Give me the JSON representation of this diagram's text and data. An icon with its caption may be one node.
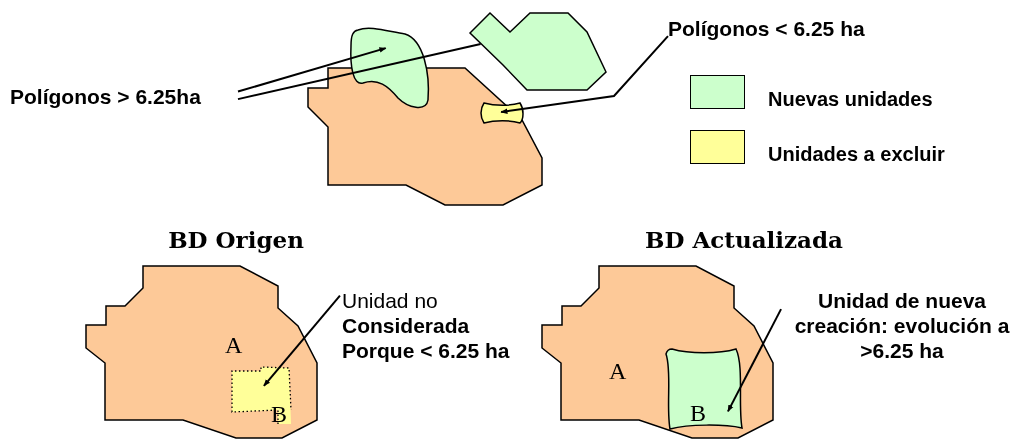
{
  "diagram": {
    "nodes": [
      {
        "text": [
          "Polígonos > 6.25ha"
        ]
      },
      {
        "text": [],
        "shape": "blob"
      },
      {
        "text": [],
        "shape": "polygon"
      },
      {
        "text": [
          "Polígonos < 6.25 ha"
        ]
      },
      {
        "text": [],
        "shape": "blob"
      },
      {
        "text": [
          "A"
        ]
      },
      {
        "text": [
          "B"
        ],
        "in": 5
      },
      {
        "text": [
          "Unidad no **Considerada Porque < 6.25 ha**"
        ]
      },
      {
        "text": [
          "A"
        ]
      },
      {
        "text": [
          "B"
        ],
        "in": 8
      },
      {
        "text": [
          "Unidad de nueva creación: evolución a >6.25 ha"
        ]
      }
    ],
    "edges": [
      {
        "from": 0,
        "to": 1,
        "arrow": "to"
      },
      {
        "from": 0,
        "to": 2,
        "arrow": "none"
      },
      {
        "from": 3,
        "to": 4,
        "arrow": "to"
      },
      {
        "from": 7,
        "to": 6,
        "arrow": "to"
      },
      {
        "from": 10,
        "to": 9,
        "arrow": "to"
      }
    ],
    "labels": [
      "BD Origen",
      "BD Actualizada"
    ],
    "legend": [
      {
        "text": "Nuevas unidades",
        "color": "#ccffcc"
      },
      {
        "text": "Unidades a excluir",
        "color": "#ffff99"
      }
    ]
  }
}
